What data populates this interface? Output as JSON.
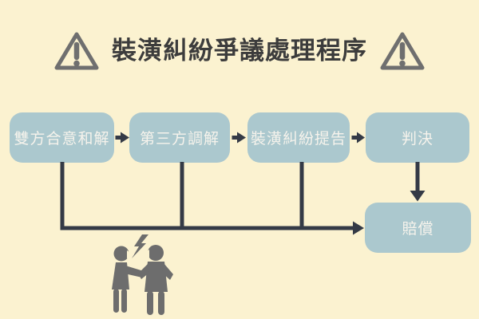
{
  "header": {
    "title": "裝潢糾紛爭議處理程序",
    "left_icon": "warning-triangle",
    "right_icon": "warning-triangle"
  },
  "flow": {
    "steps": [
      {
        "label": "雙方合意和解"
      },
      {
        "label": "第三方調解"
      },
      {
        "label": "裝潢糾紛提告"
      },
      {
        "label": "判決"
      }
    ],
    "outcome": {
      "label": "賠償"
    },
    "connections": [
      {
        "from": "雙方合意和解",
        "to": "第三方調解",
        "type": "arrow-right"
      },
      {
        "from": "第三方調解",
        "to": "裝潢糾紛提告",
        "type": "arrow-right"
      },
      {
        "from": "裝潢糾紛提告",
        "to": "判決",
        "type": "arrow-right"
      },
      {
        "from": "雙方合意和解",
        "to": "賠償",
        "type": "elbow-line-to-arrow"
      },
      {
        "from": "第三方調解",
        "to": "賠償",
        "type": "elbow-line-to-arrow"
      },
      {
        "from": "裝潢糾紛提告",
        "to": "賠償",
        "type": "elbow-line-to-arrow"
      },
      {
        "from": "判決",
        "to": "賠償",
        "type": "arrow-down"
      }
    ]
  },
  "footer_icon": "arguing-people",
  "colors": {
    "background": "#FBF2D0",
    "box-fill": "#ABC8CE",
    "box-text": "#F6F3EC",
    "connector": "#343A46",
    "title-text": "#3C3C3C",
    "icon-gray": "#6D6D6D"
  }
}
